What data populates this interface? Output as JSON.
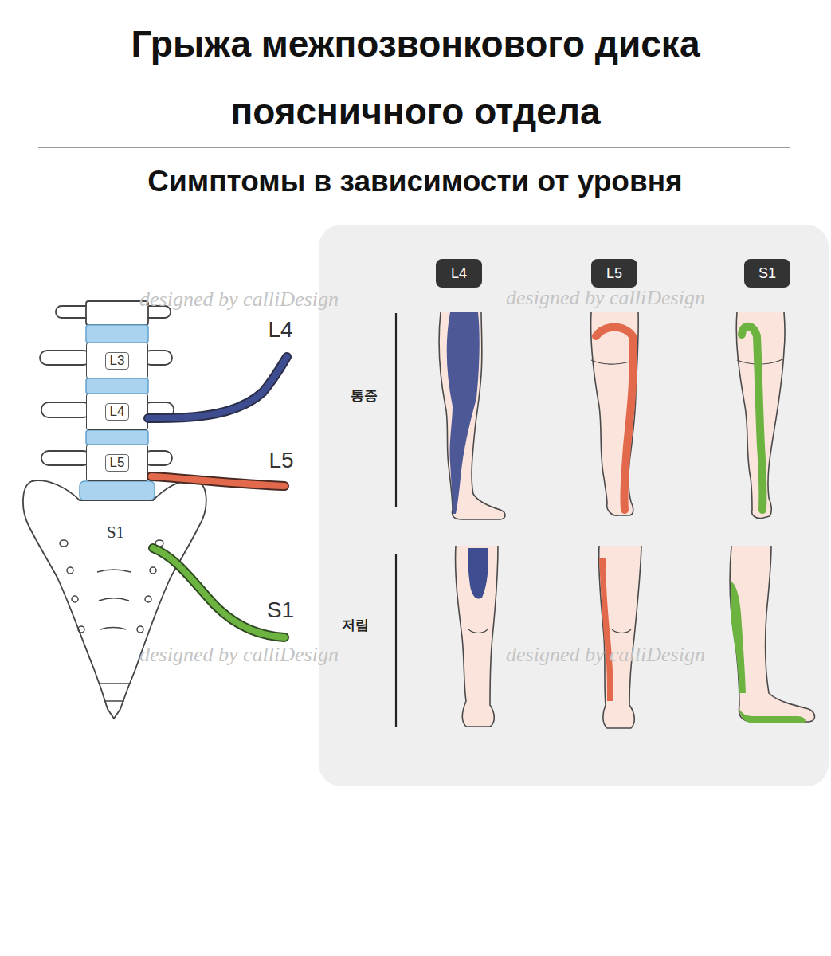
{
  "diagram": {
    "title": "Грыжа межпозвонкового диска поясничного отдела",
    "nodes": [
      {
        "text": [
          "L3"
        ]
      },
      {
        "text": [
          "L4"
        ]
      },
      {
        "text": [
          "L5"
        ]
      },
      {
        "text": [
          "S1"
        ]
      },
      {
        "text": [
          "통증",
          "저림"
        ]
      },
      {
        "text": [
          "L4"
        ],
        "in": 4
      },
      {
        "text": [
          "L5"
        ],
        "in": 4
      },
      {
        "text": [
          "S1"
        ],
        "in": 4
      }
    ],
    "labels": [
      "Симптомы в зависимости от уровня",
      "L4",
      "L5",
      "S1",
      "designed by calliDesign",
      "designed by calliDesign",
      "designed by calliDesign",
      "designed by calliDesign"
    ]
  }
}
